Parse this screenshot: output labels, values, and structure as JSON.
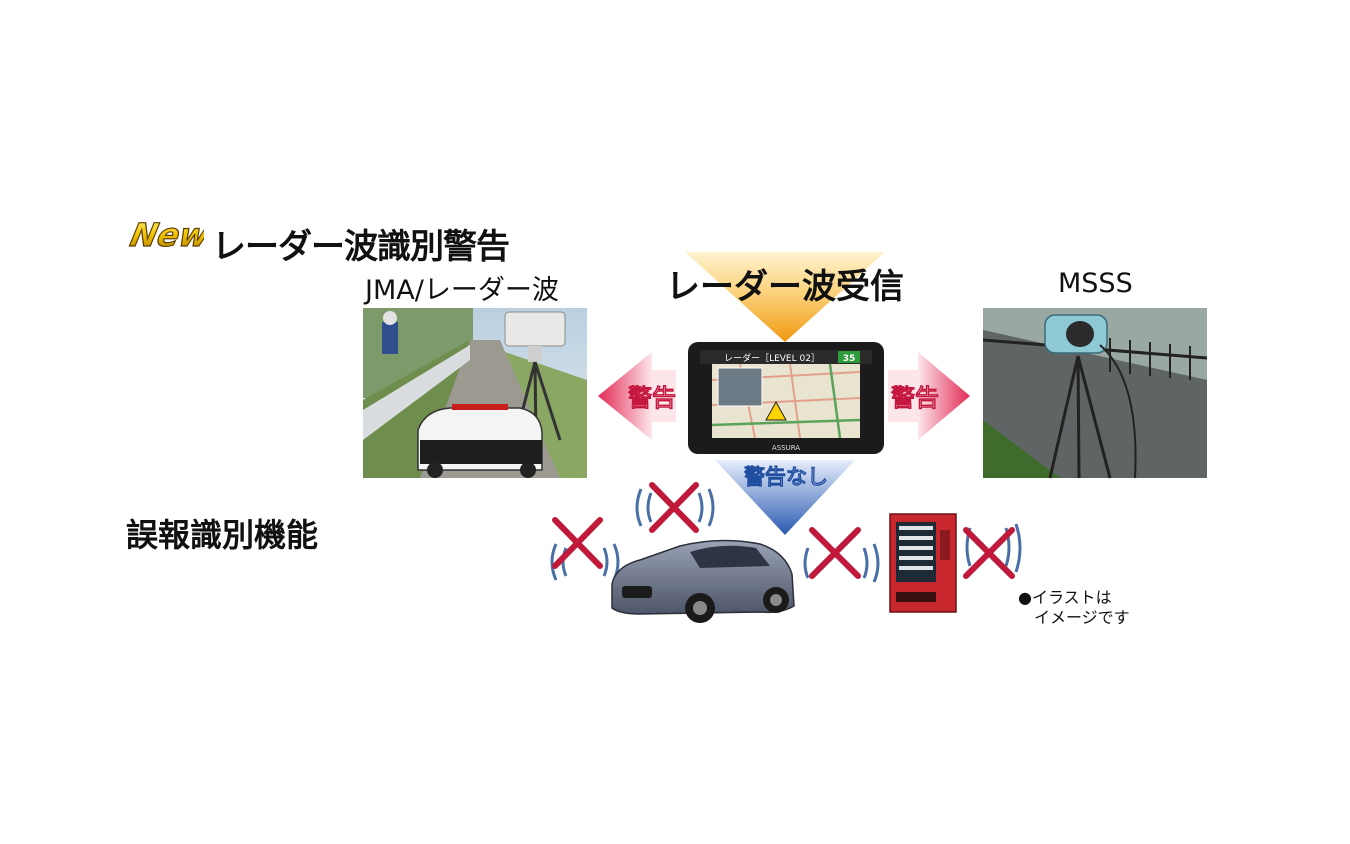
{
  "new_badge": "New",
  "feature_title": "レーダー波識別警告",
  "jma_label": "JMA/レーダー波",
  "msss_label": "MSSS",
  "radar_receive": "レーダー波受信",
  "warn_left": "警告",
  "warn_right": "警告",
  "no_warning": "警告なし",
  "false_alarm_title": "誤報識別機能",
  "screen": {
    "header": "レーダー［LEVEL 02］",
    "speed": "35",
    "brand": "ASSURA"
  },
  "note": {
    "line1": "●イラストは",
    "line2": "イメージです"
  },
  "colors": {
    "warn_arrow": "#e0305a",
    "receive_arrow": "#f3a11f",
    "no_warn_arrow": "#2f5fb3",
    "cross": "#c0193a",
    "signal_wave": "#4a6fa5"
  }
}
